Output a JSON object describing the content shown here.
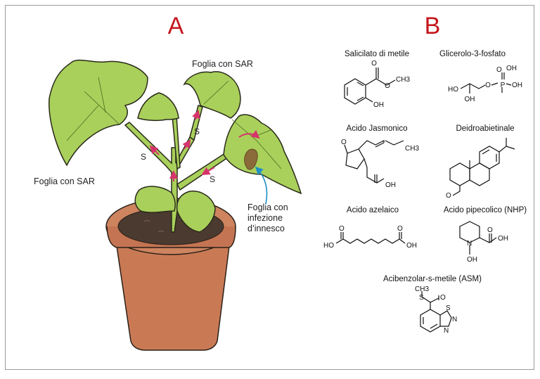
{
  "panel_a": {
    "letter": "A",
    "label_sar_top": "Foglia con SAR",
    "label_sar_left": "Foglia con SAR",
    "signal_label": "S",
    "infection_line1": "Foglia con",
    "infection_line2": "infezione",
    "infection_line3": "d’innesco"
  },
  "panel_b": {
    "letter": "B",
    "compounds": {
      "methyl_salicylate": {
        "name": "Salicilato di metile",
        "ch3": "CH3",
        "oh": "OH"
      },
      "glycerol3p": {
        "name": "Glicerolo-3-fosfato",
        "ho": "HO",
        "oh_mid": "OH",
        "o_ester": "O",
        "p": "P",
        "o_top": "O",
        "oh_top": "OH",
        "oh_right": "OH"
      },
      "jasmonic": {
        "name": "Acido Jasmonico",
        "o": "O",
        "ch3": "CH3",
        "oh": "OH"
      },
      "dehydroabietinal": {
        "name": "Deidroabietinale",
        "o": "O"
      },
      "azelaic": {
        "name": "Acido azelaico",
        "ho": "HO",
        "oh": "OH",
        "o_left": "O",
        "o_right": "O"
      },
      "pipecolic": {
        "name": "Acido pipecolico (NHP)",
        "n": "N",
        "oh_n": "OH",
        "oh": "OH",
        "o": "O"
      },
      "asm": {
        "name": "Acibenzolar-s-metile (ASM)",
        "ch3": "CH3",
        "s_thio": "S",
        "o": "O",
        "s_ring": "S",
        "n1": "N",
        "n2": "N"
      }
    }
  },
  "colors": {
    "letter_red": "#c4161c",
    "leaf_fill": "#a9d05b",
    "leaf_stroke": "#2a2a1a",
    "pot_fill": "#c97a55",
    "soil_fill": "#4a3a30",
    "arrow_pink": "#d6336c",
    "pointer_blue": "#1f8fc4",
    "infection_brown": "#8a6a38"
  }
}
